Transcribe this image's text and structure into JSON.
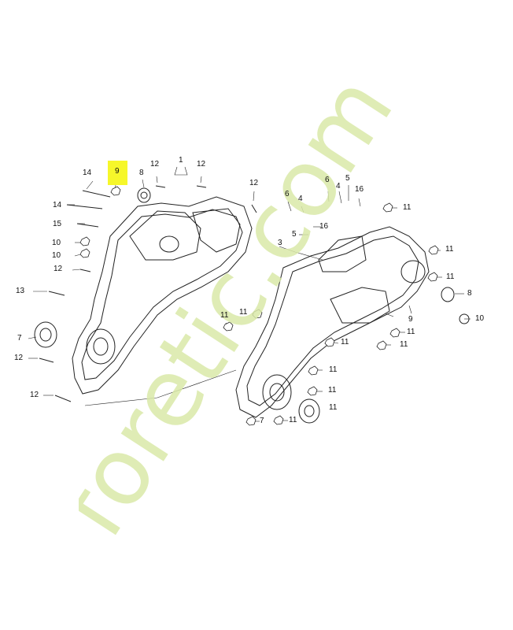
{
  "highlight_color": "#f6f72a",
  "watermark": {
    "text": "foretic.com",
    "color": "#d9e9a8",
    "dot_color": "#f7c76b"
  },
  "callouts": [
    {
      "id": "c14a",
      "text": "14"
    },
    {
      "id": "c9",
      "text": "9"
    },
    {
      "id": "c8a",
      "text": "8"
    },
    {
      "id": "c12a",
      "text": "12"
    },
    {
      "id": "c1",
      "text": "1"
    },
    {
      "id": "c12b",
      "text": "12"
    },
    {
      "id": "c12c",
      "text": "12"
    },
    {
      "id": "c14b",
      "text": "14"
    },
    {
      "id": "c15",
      "text": "15"
    },
    {
      "id": "c10a",
      "text": "10"
    },
    {
      "id": "c10b",
      "text": "10"
    },
    {
      "id": "c12d",
      "text": "12"
    },
    {
      "id": "c13",
      "text": "13"
    },
    {
      "id": "c7a",
      "text": "7"
    },
    {
      "id": "c12e",
      "text": "12"
    },
    {
      "id": "c12f",
      "text": "12"
    },
    {
      "id": "c6a",
      "text": "6"
    },
    {
      "id": "c4a",
      "text": "4"
    },
    {
      "id": "c6b",
      "text": "6"
    },
    {
      "id": "c4b",
      "text": "4"
    },
    {
      "id": "c5a",
      "text": "5"
    },
    {
      "id": "c16a",
      "text": "16"
    },
    {
      "id": "c11a",
      "text": "11"
    },
    {
      "id": "c16b",
      "text": "16"
    },
    {
      "id": "c5b",
      "text": "5"
    },
    {
      "id": "c3",
      "text": "3"
    },
    {
      "id": "c11b",
      "text": "11"
    },
    {
      "id": "c11c",
      "text": "11"
    },
    {
      "id": "c8b",
      "text": "8"
    },
    {
      "id": "c9b",
      "text": "9"
    },
    {
      "id": "c10c",
      "text": "10"
    },
    {
      "id": "c11d",
      "text": "11"
    },
    {
      "id": "c11e",
      "text": "11"
    },
    {
      "id": "c11f",
      "text": "11"
    },
    {
      "id": "c11g",
      "text": "11"
    },
    {
      "id": "c11h",
      "text": "11"
    },
    {
      "id": "c11i",
      "text": "11"
    },
    {
      "id": "c11j",
      "text": "11"
    },
    {
      "id": "c7b",
      "text": "7"
    },
    {
      "id": "c11k",
      "text": "11"
    },
    {
      "id": "c11l",
      "text": "11"
    }
  ]
}
